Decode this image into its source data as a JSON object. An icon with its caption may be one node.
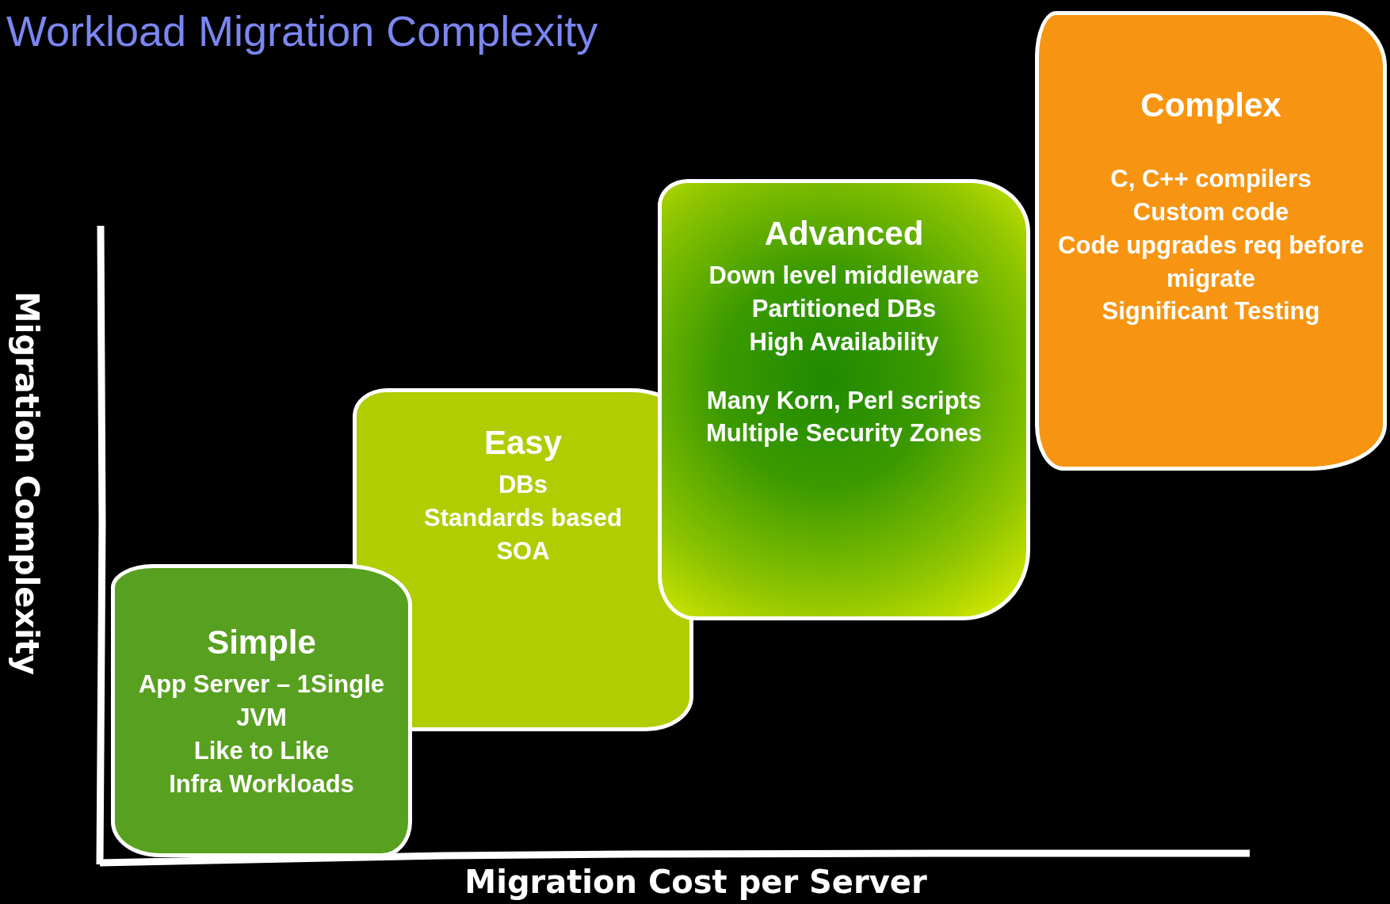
{
  "diagram": {
    "title": "Workload Migration Complexity",
    "nodes": [
      {
        "text": [
          "Simple",
          "App Server – 1Single JVM",
          "Like to Like",
          "Infra Workloads"
        ]
      },
      {
        "text": [
          "Easy",
          "DBs",
          "Standards based",
          "SOA"
        ]
      },
      {
        "text": [
          "Advanced",
          "Down level middleware",
          "Partitioned DBs",
          "High Availability",
          "Many Korn, Perl scripts",
          "Multiple Security Zones"
        ]
      },
      {
        "text": [
          "Complex",
          "C, C++ compilers",
          "Custom code",
          "Code upgrades req before migrate",
          "Significant Testing"
        ]
      }
    ],
    "labels": [
      "Migration Complexity",
      "Migration Cost per Server"
    ]
  }
}
